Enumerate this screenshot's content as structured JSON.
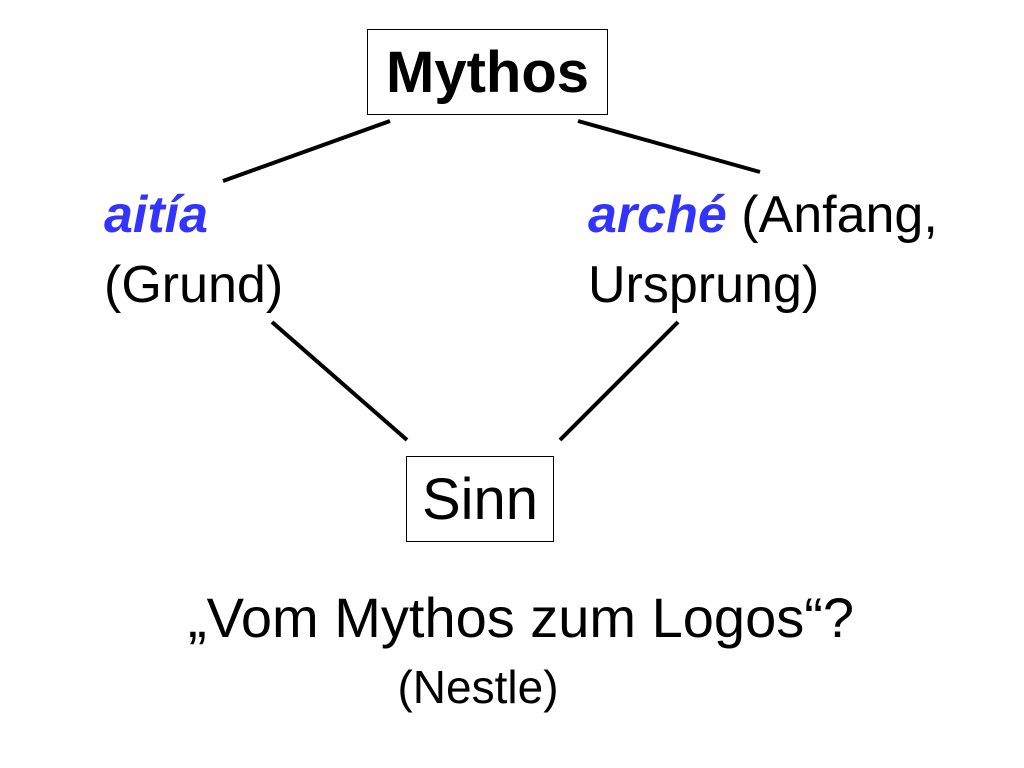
{
  "diagram": {
    "top_node": {
      "label": "Mythos"
    },
    "left_node": {
      "term": "aitía",
      "gloss": "(Grund)"
    },
    "right_node": {
      "term": "arché",
      "gloss_line1": " (Anfang,",
      "gloss_line2": "Ursprung)"
    },
    "bottom_node": {
      "label": "Sinn"
    },
    "question": "„Vom Mythos zum Logos“?",
    "source": "(Nestle)",
    "colors": {
      "greek_term": "#3333ff",
      "text": "#000000",
      "line": "#000000"
    }
  }
}
